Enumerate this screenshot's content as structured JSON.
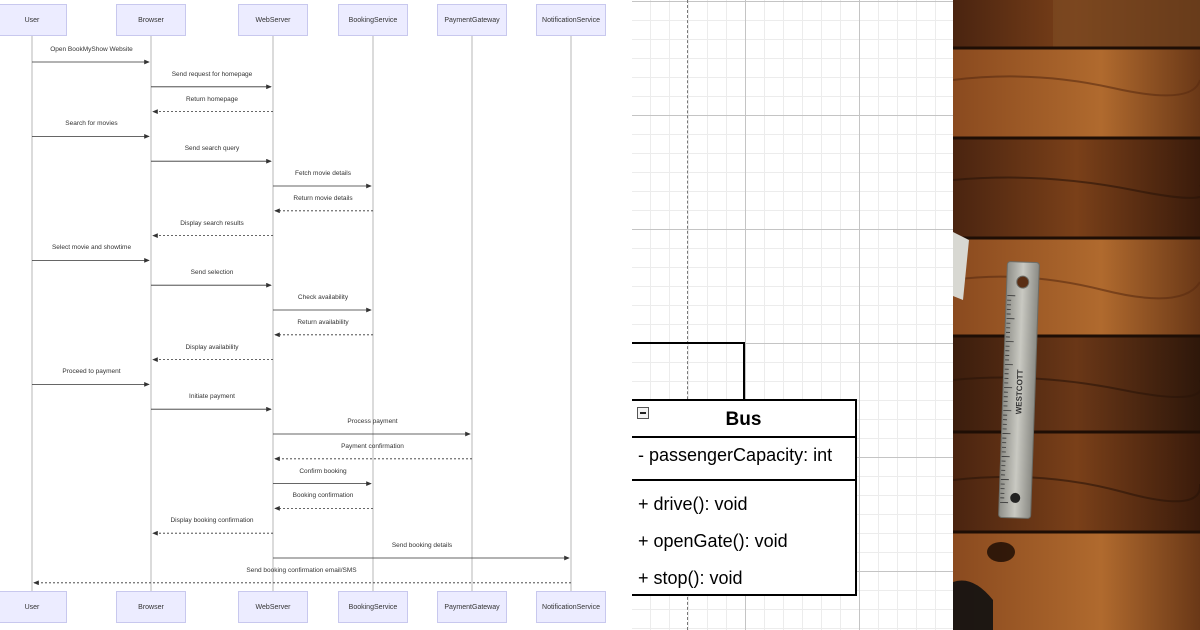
{
  "sequence_diagram": {
    "actors": [
      "User",
      "Browser",
      "WebServer",
      "BookingService",
      "PaymentGateway",
      "NotificationService"
    ],
    "messages": [
      {
        "from": "User",
        "to": "Browser",
        "label": "Open BookMyShow Website",
        "style": "solid"
      },
      {
        "from": "Browser",
        "to": "WebServer",
        "label": "Send request for homepage",
        "style": "solid"
      },
      {
        "from": "WebServer",
        "to": "Browser",
        "label": "Return homepage",
        "style": "dashed"
      },
      {
        "from": "User",
        "to": "Browser",
        "label": "Search for movies",
        "style": "solid"
      },
      {
        "from": "Browser",
        "to": "WebServer",
        "label": "Send search query",
        "style": "solid"
      },
      {
        "from": "WebServer",
        "to": "BookingService",
        "label": "Fetch movie details",
        "style": "solid"
      },
      {
        "from": "BookingService",
        "to": "WebServer",
        "label": "Return movie details",
        "style": "dashed"
      },
      {
        "from": "WebServer",
        "to": "Browser",
        "label": "Display search results",
        "style": "dashed"
      },
      {
        "from": "User",
        "to": "Browser",
        "label": "Select movie and showtime",
        "style": "solid"
      },
      {
        "from": "Browser",
        "to": "WebServer",
        "label": "Send selection",
        "style": "solid"
      },
      {
        "from": "WebServer",
        "to": "BookingService",
        "label": "Check availability",
        "style": "solid"
      },
      {
        "from": "BookingService",
        "to": "WebServer",
        "label": "Return availability",
        "style": "dashed"
      },
      {
        "from": "WebServer",
        "to": "Browser",
        "label": "Display availability",
        "style": "dashed"
      },
      {
        "from": "User",
        "to": "Browser",
        "label": "Proceed to payment",
        "style": "solid"
      },
      {
        "from": "Browser",
        "to": "WebServer",
        "label": "Initiate payment",
        "style": "solid"
      },
      {
        "from": "WebServer",
        "to": "PaymentGateway",
        "label": "Process payment",
        "style": "solid"
      },
      {
        "from": "PaymentGateway",
        "to": "WebServer",
        "label": "Payment confirmation",
        "style": "dashed"
      },
      {
        "from": "WebServer",
        "to": "BookingService",
        "label": "Confirm booking",
        "style": "solid"
      },
      {
        "from": "BookingService",
        "to": "WebServer",
        "label": "Booking confirmation",
        "style": "dashed"
      },
      {
        "from": "WebServer",
        "to": "Browser",
        "label": "Display booking confirmation",
        "style": "dashed"
      },
      {
        "from": "WebServer",
        "to": "NotificationService",
        "label": "Send booking details",
        "style": "solid"
      },
      {
        "from": "NotificationService",
        "to": "User",
        "label": "Send booking confirmation email/SMS",
        "style": "dashed"
      }
    ],
    "colors": {
      "actor_fill": "#ececff",
      "actor_border": "#c8c8ee",
      "lifeline": "#999999",
      "arrow": "#333333"
    }
  },
  "class_diagram": {
    "class_name": "Bus",
    "attributes": [
      "- passengerCapacity: int"
    ],
    "methods": [
      "+ drive(): void",
      "+ openGate(): void",
      "+ stop(): void"
    ]
  },
  "photo": {
    "subject": "wooden-tabletop-with-metal-ruler",
    "ruler_brand": "WESTCOTT"
  }
}
